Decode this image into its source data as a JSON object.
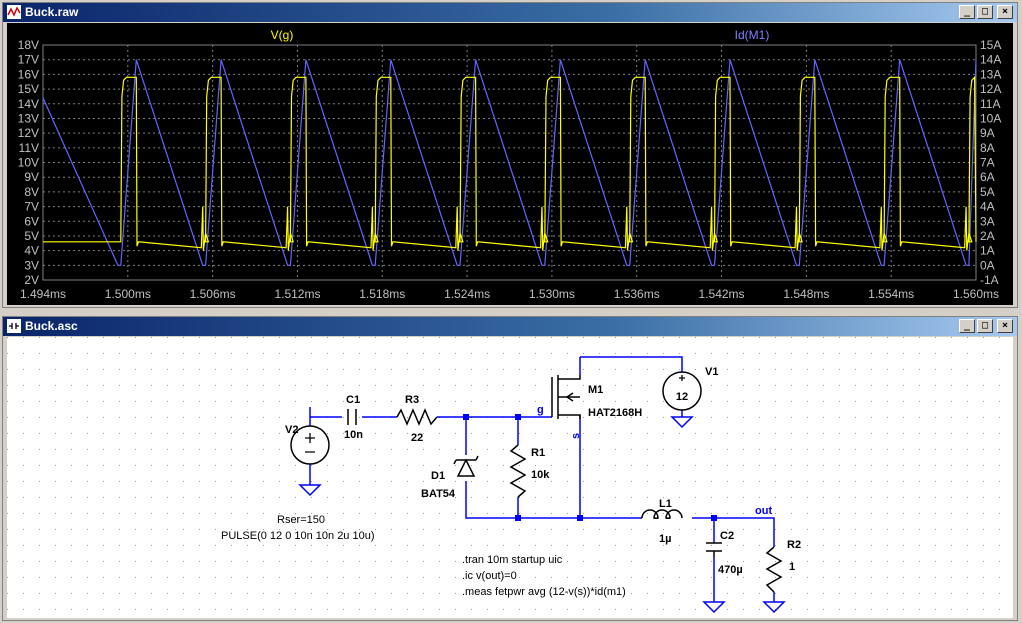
{
  "waveform_window": {
    "title": "Buck.raw",
    "buttons": {
      "minimize": "_",
      "maximize": "□",
      "close": "×"
    }
  },
  "schematic_window": {
    "title": "Buck.asc",
    "buttons": {
      "minimize": "_",
      "maximize": "□",
      "close": "×"
    }
  },
  "chart_data": {
    "type": "line",
    "xlim": [
      1.494,
      1.56
    ],
    "x_ticks": [
      "1.494ms",
      "1.500ms",
      "1.506ms",
      "1.512ms",
      "1.518ms",
      "1.524ms",
      "1.530ms",
      "1.536ms",
      "1.542ms",
      "1.548ms",
      "1.554ms",
      "1.560ms"
    ],
    "y_left": {
      "ticks": [
        "18V",
        "17V",
        "16V",
        "15V",
        "14V",
        "13V",
        "12V",
        "11V",
        "10V",
        "9V",
        "8V",
        "7V",
        "6V",
        "5V",
        "4V",
        "3V",
        "2V"
      ],
      "ylim": [
        2,
        18
      ]
    },
    "y_right": {
      "ticks": [
        "15A",
        "14A",
        "13A",
        "12A",
        "11A",
        "10A",
        "9A",
        "8A",
        "7A",
        "6A",
        "5A",
        "4A",
        "3A",
        "2A",
        "1A",
        "0A",
        "-1A"
      ],
      "ylim": [
        -1,
        15
      ]
    },
    "grid": true,
    "period_ms": 0.006,
    "series": [
      {
        "name": "V(g)",
        "color": "#ffff00",
        "axis": "left",
        "rise_ms": 1.4995,
        "fall_ms": 1.5006,
        "low_v": 4.6,
        "high_v": 15.8,
        "spike_v": 7.0,
        "spike_ms": 1.4997
      },
      {
        "name": "Id(M1)",
        "color": "#6464ff",
        "axis": "right",
        "peak_ms": 1.5006,
        "zero_ms": 1.4993,
        "rise_start_ms": 1.4995,
        "peak_a": 14.0,
        "base_a": 0.0
      }
    ]
  },
  "schematic": {
    "components": [
      {
        "ref": "V2",
        "value": ""
      },
      {
        "ref": "C1",
        "value": "10n"
      },
      {
        "ref": "R3",
        "value": "22"
      },
      {
        "ref": "D1",
        "value": "BAT54"
      },
      {
        "ref": "R1",
        "value": "10k"
      },
      {
        "ref": "M1",
        "value": "HAT2168H"
      },
      {
        "ref": "V1",
        "value": "12"
      },
      {
        "ref": "L1",
        "value": "1µ"
      },
      {
        "ref": "C2",
        "value": "470µ"
      },
      {
        "ref": "R2",
        "value": "1"
      }
    ],
    "net_labels": {
      "g": "g",
      "s": "s",
      "out": "out"
    },
    "v2_params": [
      "Rser=150",
      "PULSE(0 12 0 10n 10n 2u 10u)"
    ],
    "directives": [
      ".tran 10m startup uic",
      ".ic v(out)=0",
      ".meas fetpwr avg (12-v(s))*id(m1)"
    ],
    "colors": {
      "wire": "#0000ff",
      "component": "#000000",
      "ground": "#0000ff",
      "source_fill": "#ffffff"
    }
  }
}
